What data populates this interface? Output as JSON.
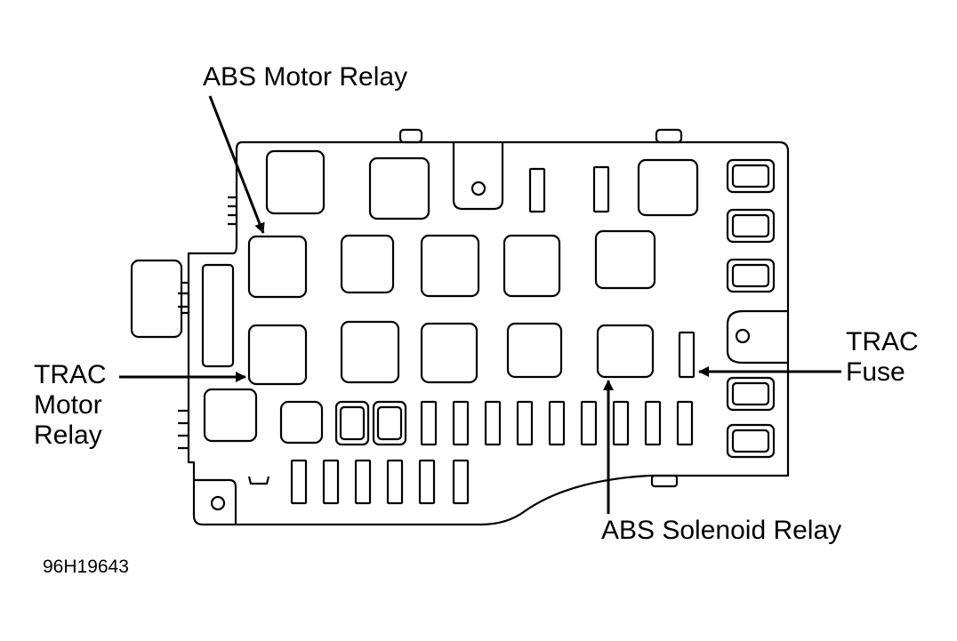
{
  "labels": {
    "abs_motor_relay": "ABS Motor Relay",
    "trac_motor_relay_1": "TRAC",
    "trac_motor_relay_2": "Motor",
    "trac_motor_relay_3": "Relay",
    "trac_fuse_1": "TRAC",
    "trac_fuse_2": "Fuse",
    "abs_solenoid_relay": "ABS Solenoid Relay"
  },
  "figure_code": "96H19643",
  "colors": {
    "ink": "#000000",
    "background": "#ffffff"
  }
}
